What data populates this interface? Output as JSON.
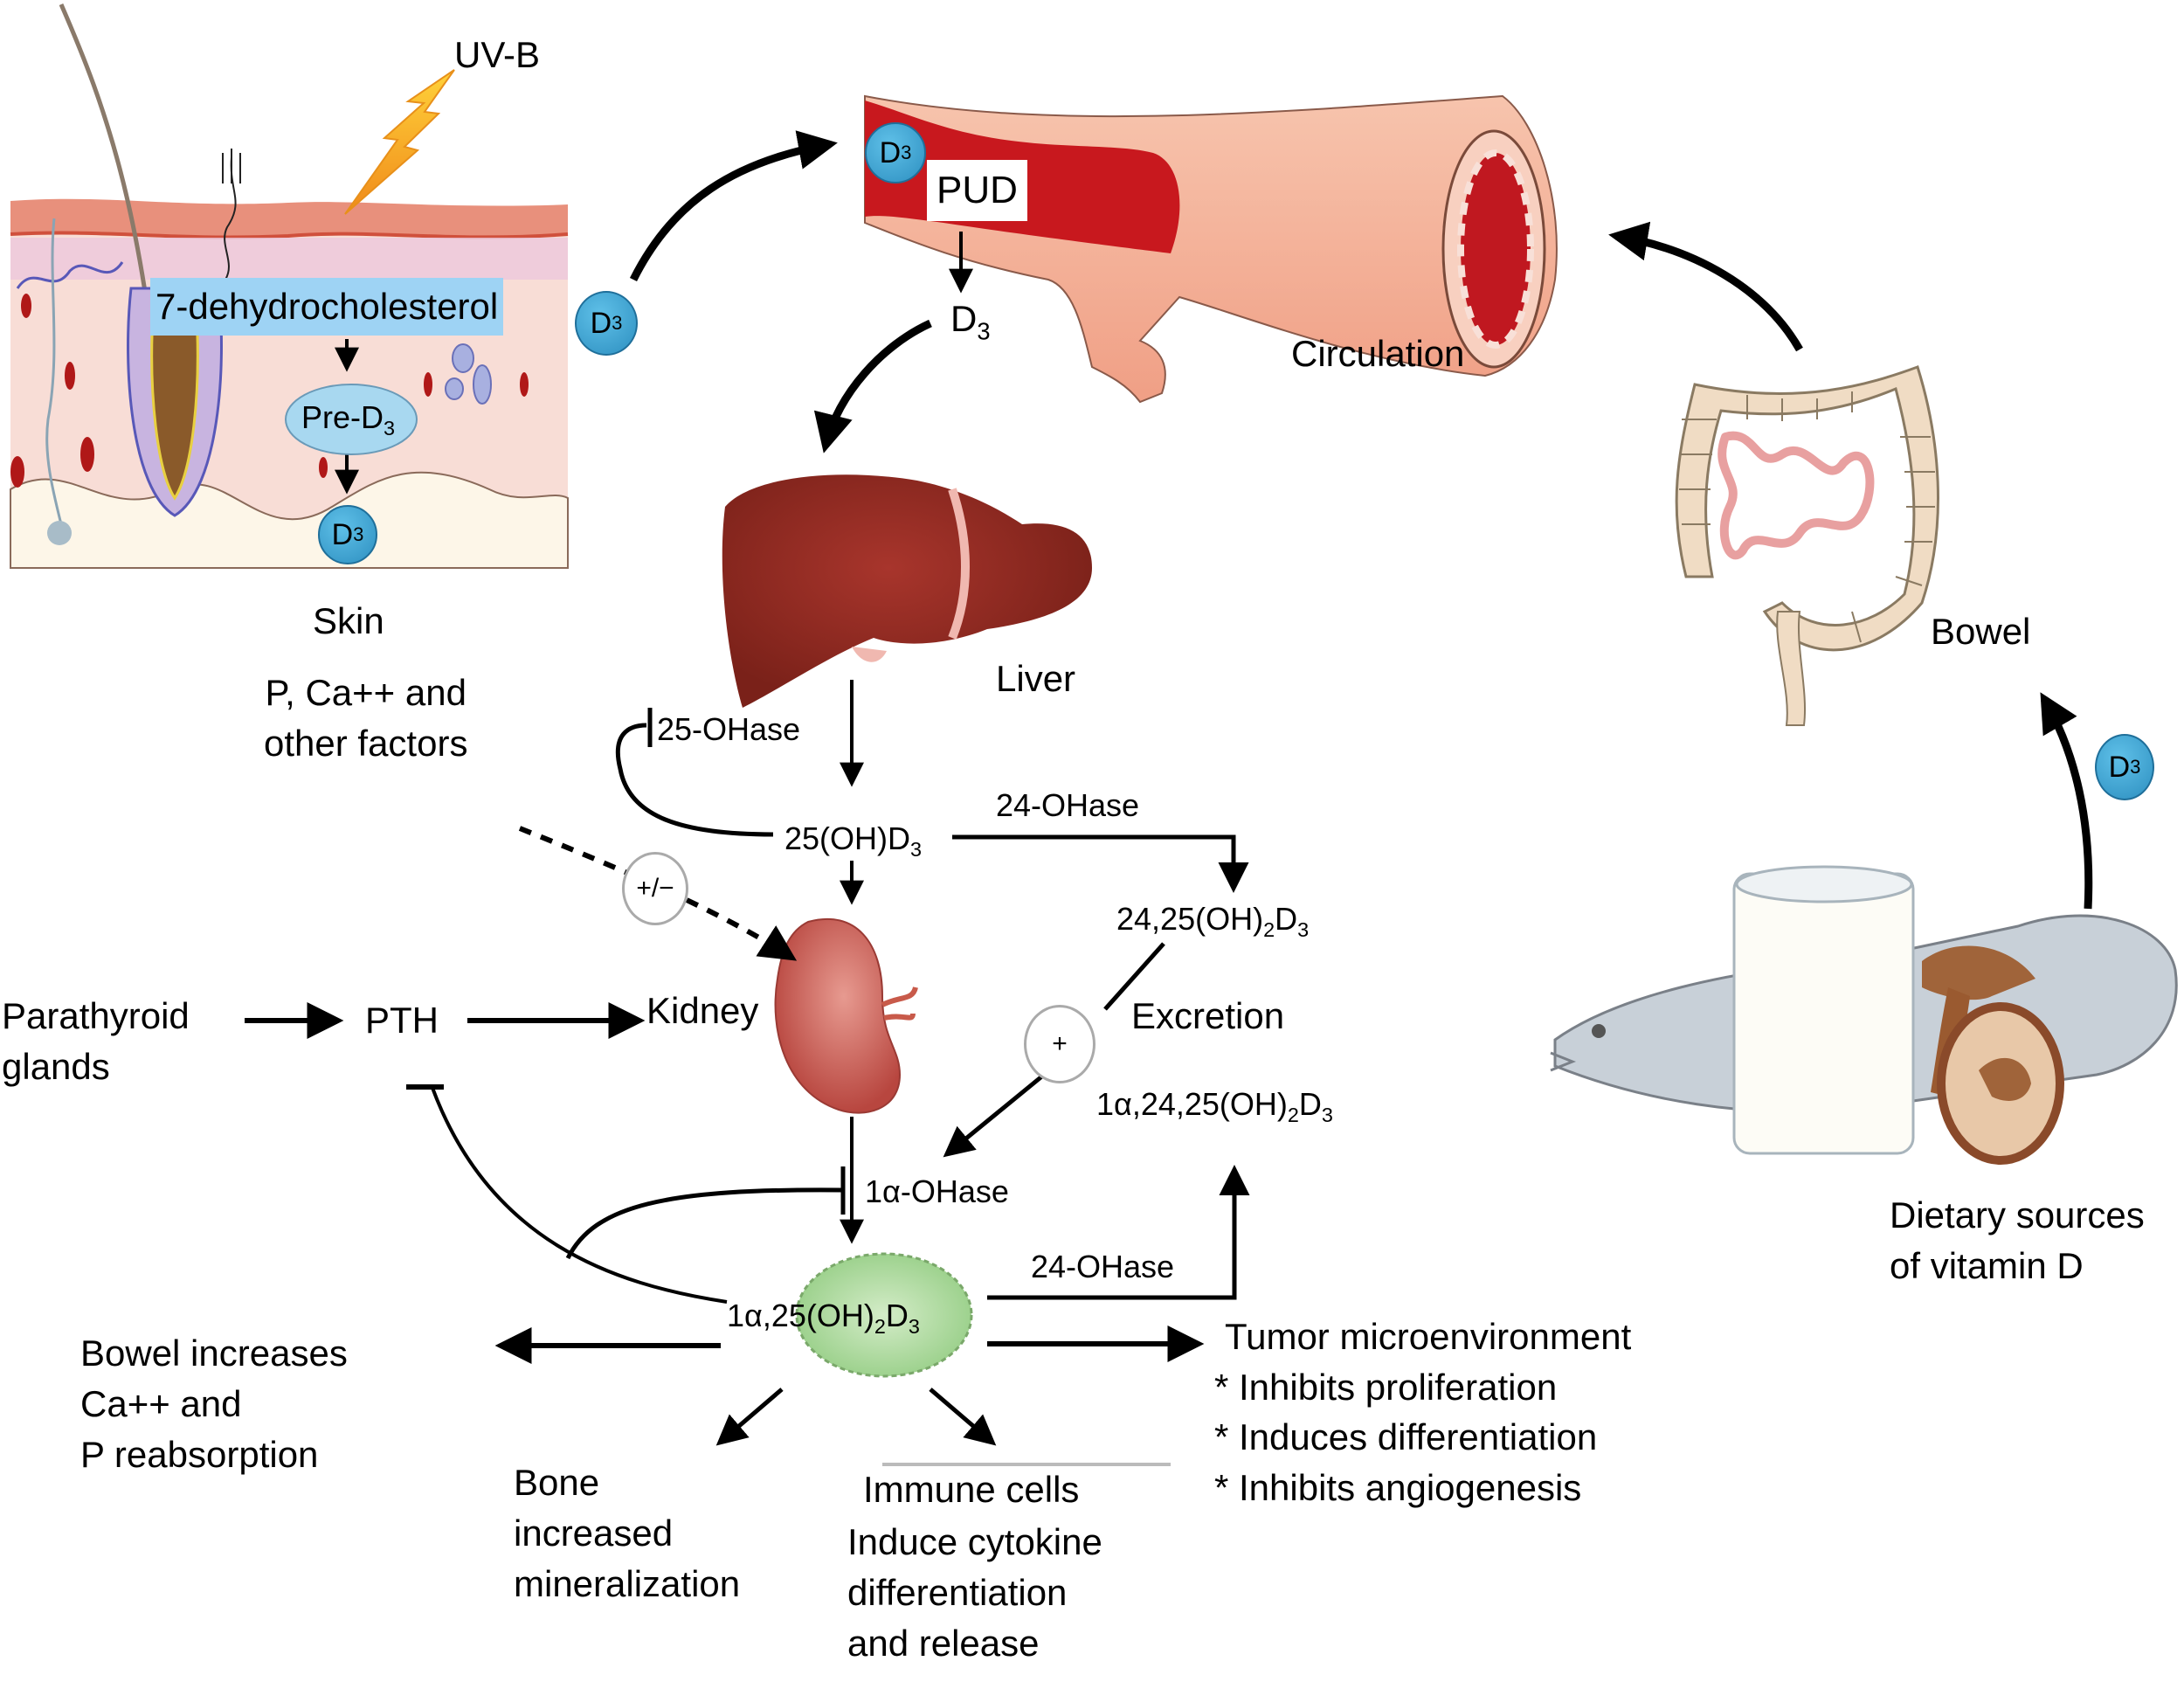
{
  "figure": {
    "title": "Vitamin D metabolism and actions",
    "colors": {
      "d3_badge": "#3aa6d8",
      "chem_box": "#9ed3f4",
      "active_form": "#a9d89a",
      "liver": "#8b2a22",
      "kidney": "#c9544d",
      "vessel_outer": "#f4b49a",
      "vessel_inner": "#c8181e",
      "skin_top": "#e8907c",
      "skin_body": "#f8ddd6",
      "bowel": "#f0dcc4",
      "small_intestine": "#f0a0a0",
      "uvb_bolt": "#f5a623"
    }
  },
  "skin": {
    "uvb_label": "UV-B",
    "precursor_label": "7-dehydrocholesterol",
    "pre_d3_main": "Pre-D",
    "pre_d3_sub": "3",
    "d3_main": "D",
    "d3_sub": "3",
    "organ_label": "Skin"
  },
  "circulation": {
    "d3_in_vessel_main": "D",
    "d3_in_vessel_sub": "3",
    "pud_label": "PUD",
    "d3_released_main": "D",
    "d3_released_sub": "3",
    "organ_label": "Circulation",
    "free_d3_main": "D",
    "free_d3_sub": "3"
  },
  "diet": {
    "bowel_label": "Bowel",
    "d3_main": "D",
    "d3_sub": "3",
    "sources_label": "Dietary sources\nof vitamin D"
  },
  "liver": {
    "organ_label": "Liver",
    "enzyme": "25-OHase",
    "product_main": "25(OH)D",
    "product_sub": "3"
  },
  "regulators": {
    "factors_label": "P, Ca++ and\nother factors",
    "modulation_sign": "+/−",
    "parathyroid_label": "Parathyroid\nglands",
    "pth_label": "PTH",
    "kidney_label": "Kidney"
  },
  "catabolism": {
    "enzyme_24_upper": "24-OHase",
    "product_24_25_main": "24,25(OH)",
    "product_24_25_sub1": "2",
    "product_24_25_mid": "D",
    "product_24_25_sub2": "3",
    "stimulation_sign": "+",
    "excretion_label": "Excretion",
    "product_1a_24_25_main": "1α,24,25(OH)",
    "product_1a_24_25_sub1": "2",
    "product_1a_24_25_mid": "D",
    "product_1a_24_25_sub2": "3",
    "enzyme_24_lower": "24-OHase"
  },
  "kidney": {
    "enzyme": "1α-OHase",
    "active_main": "1α,25(OH)",
    "active_sub1": "2",
    "active_mid": "D",
    "active_sub2": "3"
  },
  "effects": {
    "bowel": "Bowel increases\nCa++ and\nP reabsorption",
    "bone": "Bone\nincreased\nmineralization",
    "immune_title": "Immune cells",
    "immune_body": "Induce cytokine\ndifferentiation\nand release",
    "tumor_title": "Tumor microenvironment",
    "tumor_items": [
      "* Inhibits proliferation",
      "* Induces differentiation",
      "* Inhibits angiogenesis"
    ]
  }
}
